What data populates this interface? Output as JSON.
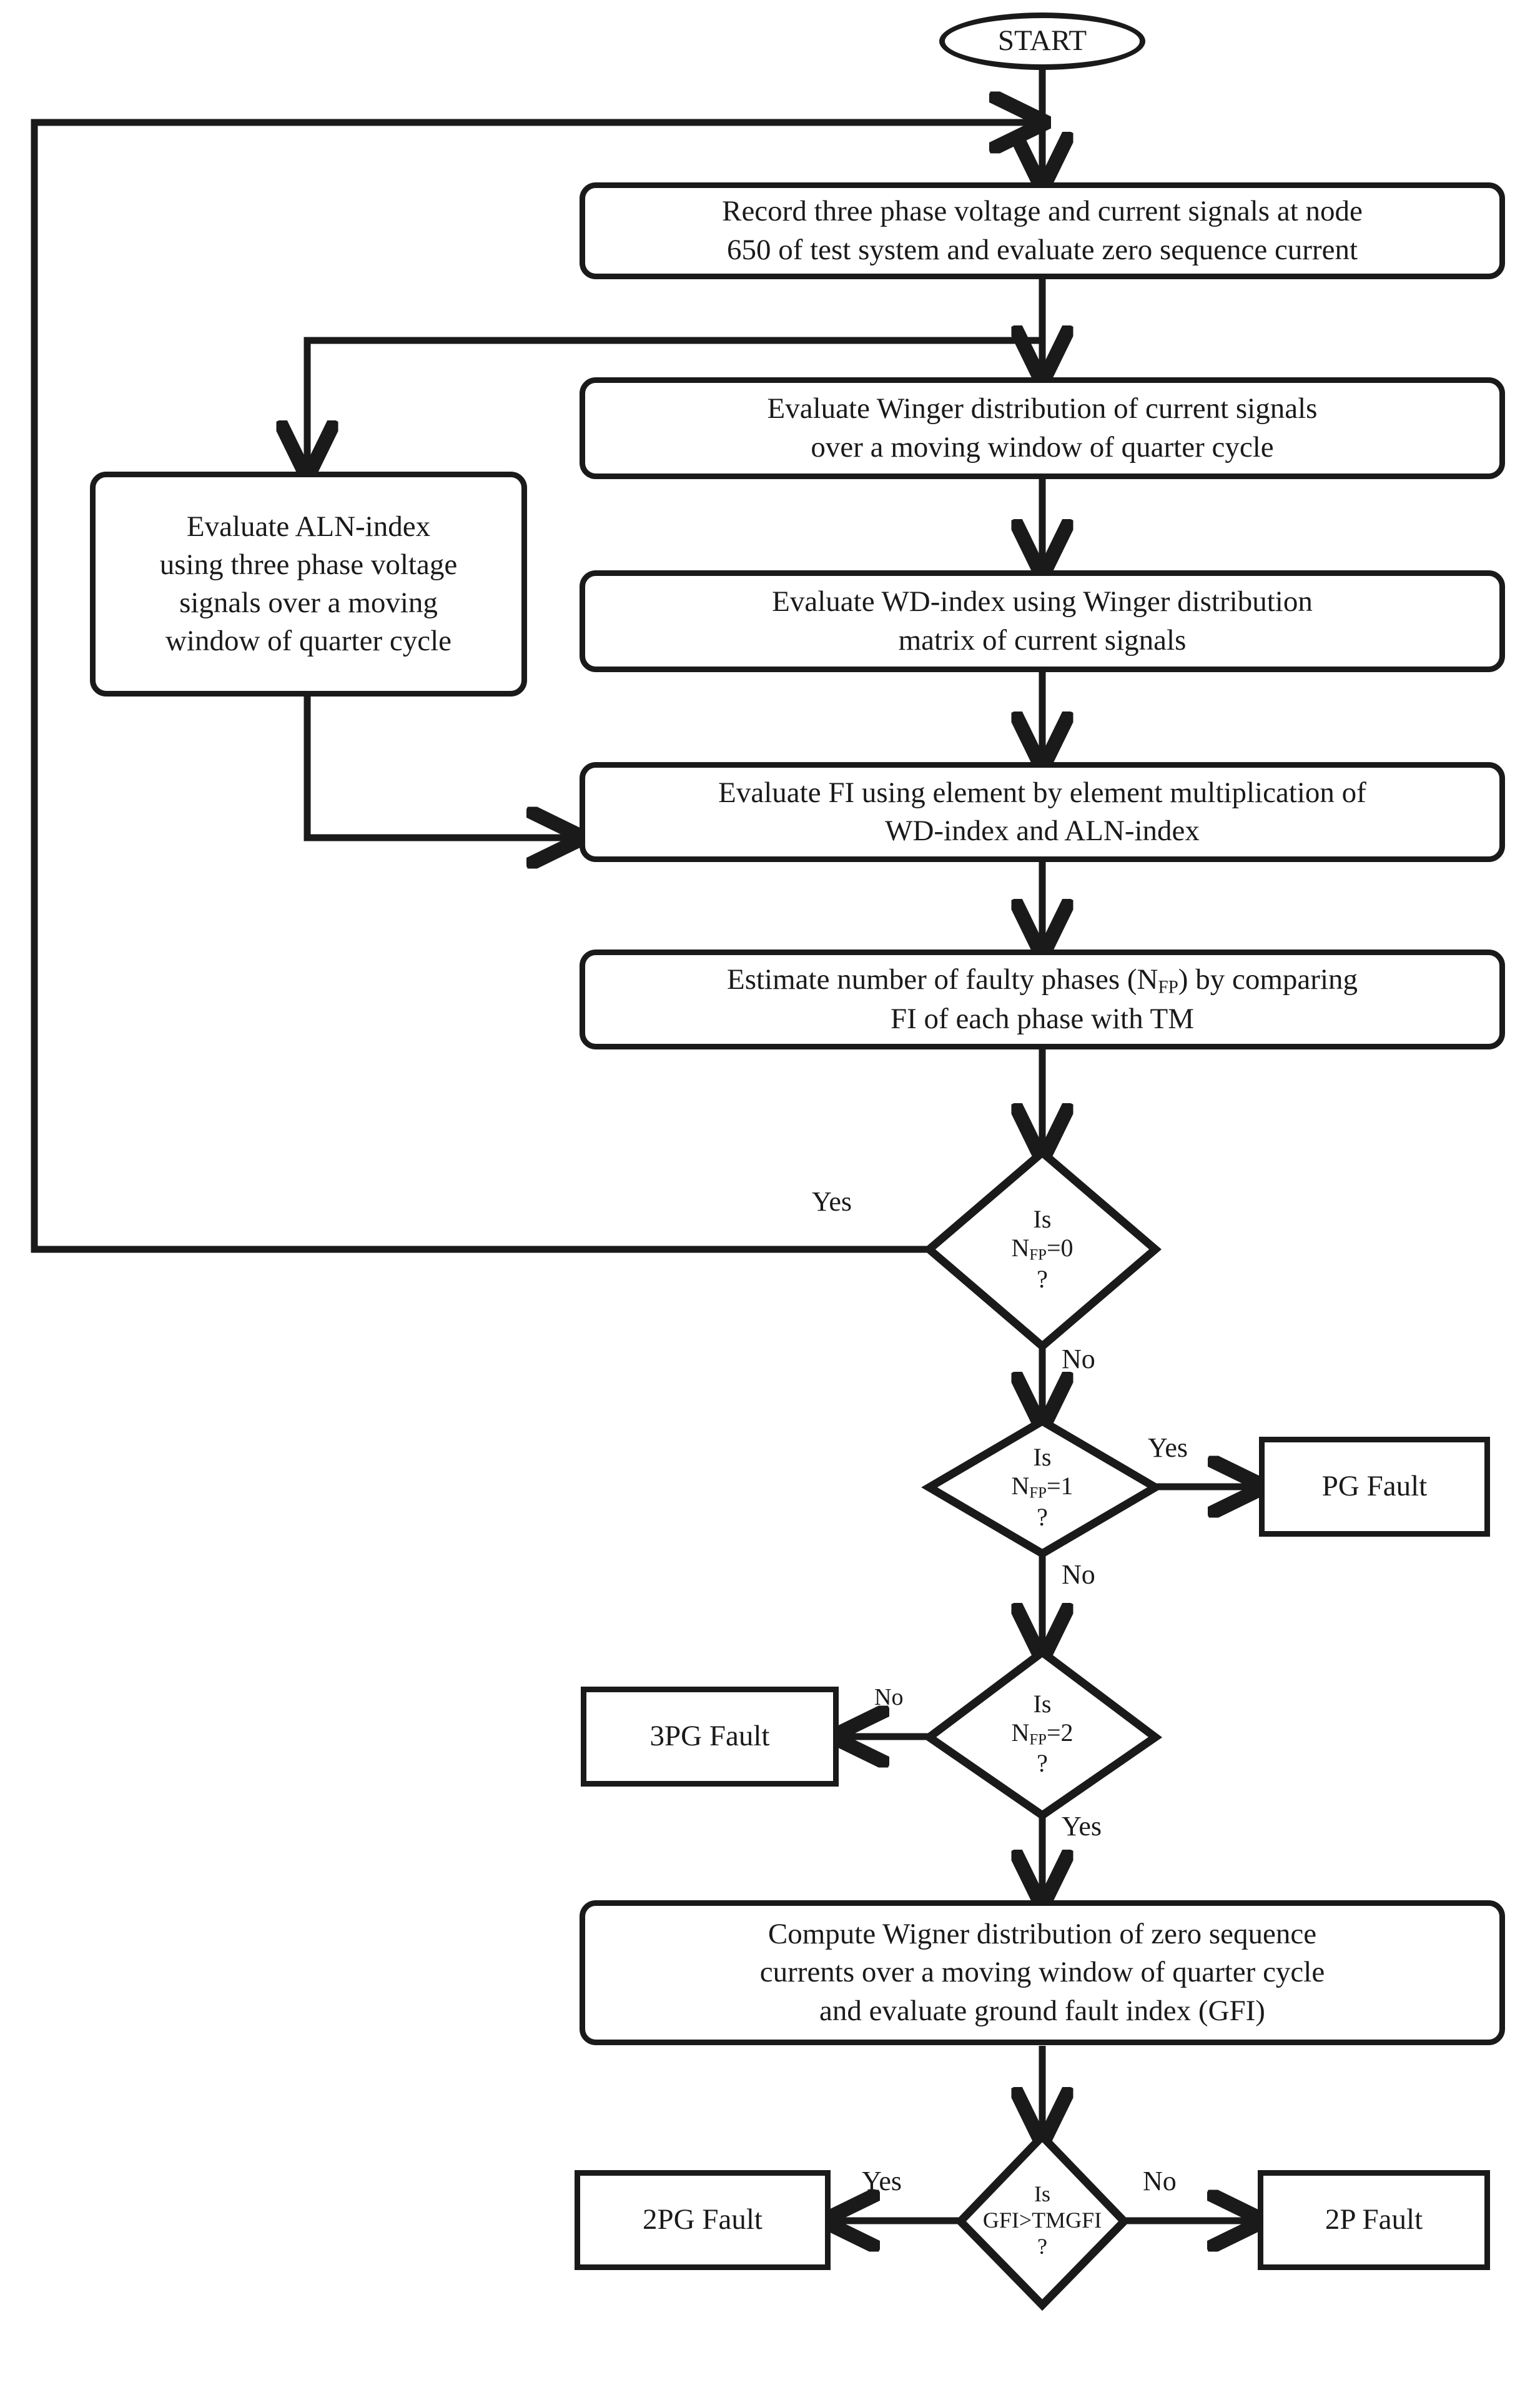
{
  "diagram": {
    "title": "Fault classification flowchart",
    "stroke_color": "#1a1a1a",
    "background_color": "#ffffff"
  },
  "nodes": {
    "start": {
      "label": "START",
      "shape": "ellipse"
    },
    "record": {
      "line1": "Record three phase voltage and current signals at node",
      "line2": "650 of test system and evaluate zero sequence current",
      "shape": "process"
    },
    "wd_current": {
      "line1": "Evaluate Winger distribution of current signals",
      "line2": "over a moving window of quarter cycle",
      "shape": "process"
    },
    "aln_index": {
      "line1": "Evaluate ALN-index",
      "line2": "using three phase voltage",
      "line3": "signals over a moving",
      "line4": "window of quarter cycle",
      "shape": "process"
    },
    "wd_index": {
      "line1": "Evaluate WD-index using Winger distribution",
      "line2": "matrix of current signals",
      "shape": "process"
    },
    "fi": {
      "line1": "Evaluate FI using element by element multiplication of",
      "line2": "WD-index and ALN-index",
      "shape": "process"
    },
    "nfp_estimate": {
      "line1_a": "Estimate number of faulty phases (N",
      "line1_sub": "FP",
      "line1_b": ") by comparing",
      "line2": "FI of each phase with TM",
      "shape": "process"
    },
    "gfi_compute": {
      "line1": "Compute Wigner distribution of zero sequence",
      "line2": "currents over a moving window of quarter cycle",
      "line3": "and evaluate ground fault index (GFI)",
      "shape": "process"
    },
    "pg_fault": {
      "label": "PG Fault",
      "shape": "terminal"
    },
    "three_pg_fault": {
      "label": "3PG Fault",
      "shape": "terminal"
    },
    "two_pg_fault": {
      "label": "2PG Fault",
      "shape": "terminal"
    },
    "two_p_fault": {
      "label": "2P Fault",
      "shape": "terminal"
    }
  },
  "decisions": {
    "nfp0": {
      "l1": "Is",
      "l2_a": "N",
      "l2_sub": "FP",
      "l2_b": "=0",
      "l3": "?"
    },
    "nfp1": {
      "l1": "Is",
      "l2_a": "N",
      "l2_sub": "FP",
      "l2_b": "=1",
      "l3": "?"
    },
    "nfp2": {
      "l1": "Is",
      "l2_a": "N",
      "l2_sub": "FP",
      "l2_b": "=2",
      "l3": "?"
    },
    "gfi": {
      "l1": "Is",
      "l2": "GFI>TMGFI",
      "l3": "?"
    }
  },
  "edge_labels": {
    "nfp0_yes": "Yes",
    "nfp0_no": "No",
    "nfp1_yes": "Yes",
    "nfp1_no": "No",
    "nfp2_no": "No",
    "nfp2_yes": "Yes",
    "gfi_yes": "Yes",
    "gfi_no": "No"
  }
}
